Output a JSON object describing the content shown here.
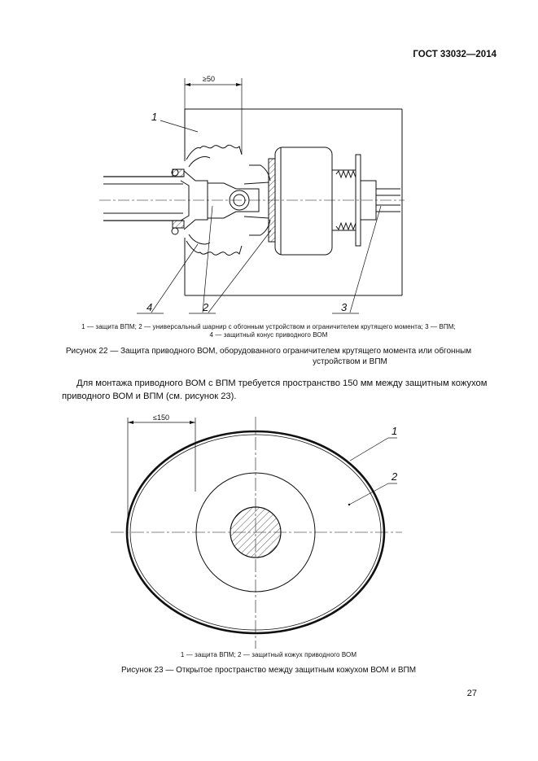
{
  "header": {
    "standard_code": "ГОСТ 33032—2014"
  },
  "figure22": {
    "dimension": "≥50",
    "callouts": [
      "1",
      "2",
      "3",
      "4"
    ],
    "legend_line1": "1 — защита ВПМ; 2 — универсальный шарнир с обгонным устройством и ограничителем крутящего момента; 3 — ВПМ;",
    "legend_line2": "4 — защитный конус приводного ВОМ",
    "caption_line1": "Рисунок 22 — Защита приводного ВОМ, оборудованного ограничителем крутящего момента или обгонным",
    "caption_line2": "устройством и ВПМ"
  },
  "paragraph": {
    "line1": "Для монтажа приводного ВОМ с ВПМ требуется пространство 150 мм между защитным кожухом",
    "line2": "приводного ВОМ и ВПМ (см. рисунок 23)."
  },
  "figure23": {
    "dimension": "≤150",
    "callouts": [
      "1",
      "2"
    ],
    "legend": "1 — защита ВПМ; 2 — защитный кожух приводного ВОМ",
    "caption": "Рисунок 23 — Открытое пространство между защитным кожухом ВОМ и ВПМ"
  },
  "footer": {
    "page_number": "27"
  }
}
